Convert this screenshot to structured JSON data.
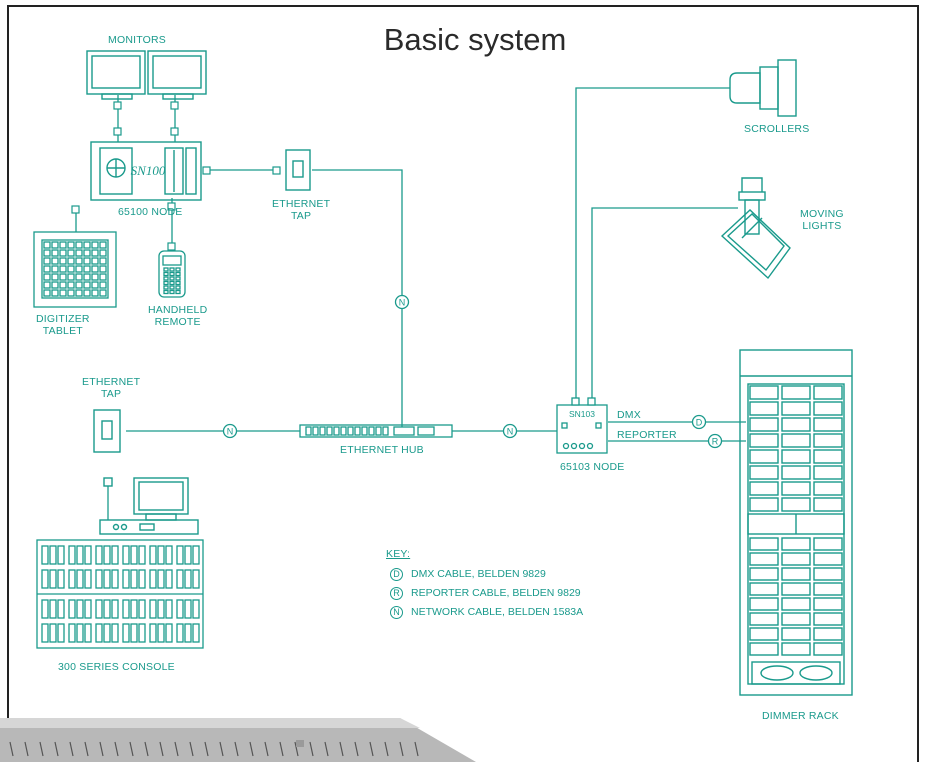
{
  "title": "Basic system",
  "colors": {
    "line": "#1a9a8c",
    "title": "#2a2a2a",
    "frame": "#222222",
    "tray": "#9a9a9a"
  },
  "labels": {
    "monitors": "MONITORS",
    "node_100": "65100  NODE",
    "sn100": "SN100",
    "ethernet_tap_1": [
      "ETHERNET",
      "TAP"
    ],
    "digitizer": [
      "DIGITIZER",
      "TABLET"
    ],
    "handheld": [
      "HANDHELD",
      "REMOTE"
    ],
    "ethernet_tap_2": [
      "ETHERNET",
      "TAP"
    ],
    "ethernet_hub": "ETHERNET HUB",
    "console": "300 SERIES CONSOLE",
    "scrollers": "SCROLLERS",
    "moving_lights": [
      "MOVING",
      "LIGHTS"
    ],
    "sn103": "SN103",
    "node_103": "65103  NODE",
    "dmx": "DMX",
    "reporter": "REPORTER",
    "dimmer_rack": "DIMMER RACK"
  },
  "markers": {
    "network": "N",
    "dmx": "D",
    "reporter": "R"
  },
  "key": {
    "heading": "KEY:",
    "items": [
      {
        "symbol": "D",
        "text": "DMX CABLE, BELDEN 9829"
      },
      {
        "symbol": "R",
        "text": "REPORTER CABLE, BELDEN 9829"
      },
      {
        "symbol": "N",
        "text": "NETWORK CABLE, BELDEN 1583A"
      }
    ]
  }
}
